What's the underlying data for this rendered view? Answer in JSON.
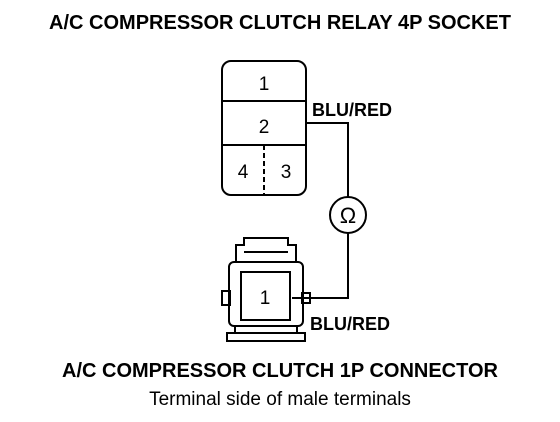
{
  "relay_socket": {
    "title": "A/C COMPRESSOR CLUTCH RELAY 4P SOCKET",
    "terminals": [
      "1",
      "2",
      "4",
      "3"
    ]
  },
  "wires": {
    "top_label": "BLU/RED",
    "bottom_label": "BLU/RED"
  },
  "meter_symbol": "Ω",
  "connector": {
    "title": "A/C COMPRESSOR CLUTCH 1P CONNECTOR",
    "subtitle": "Terminal side of male terminals",
    "terminal": "1"
  }
}
